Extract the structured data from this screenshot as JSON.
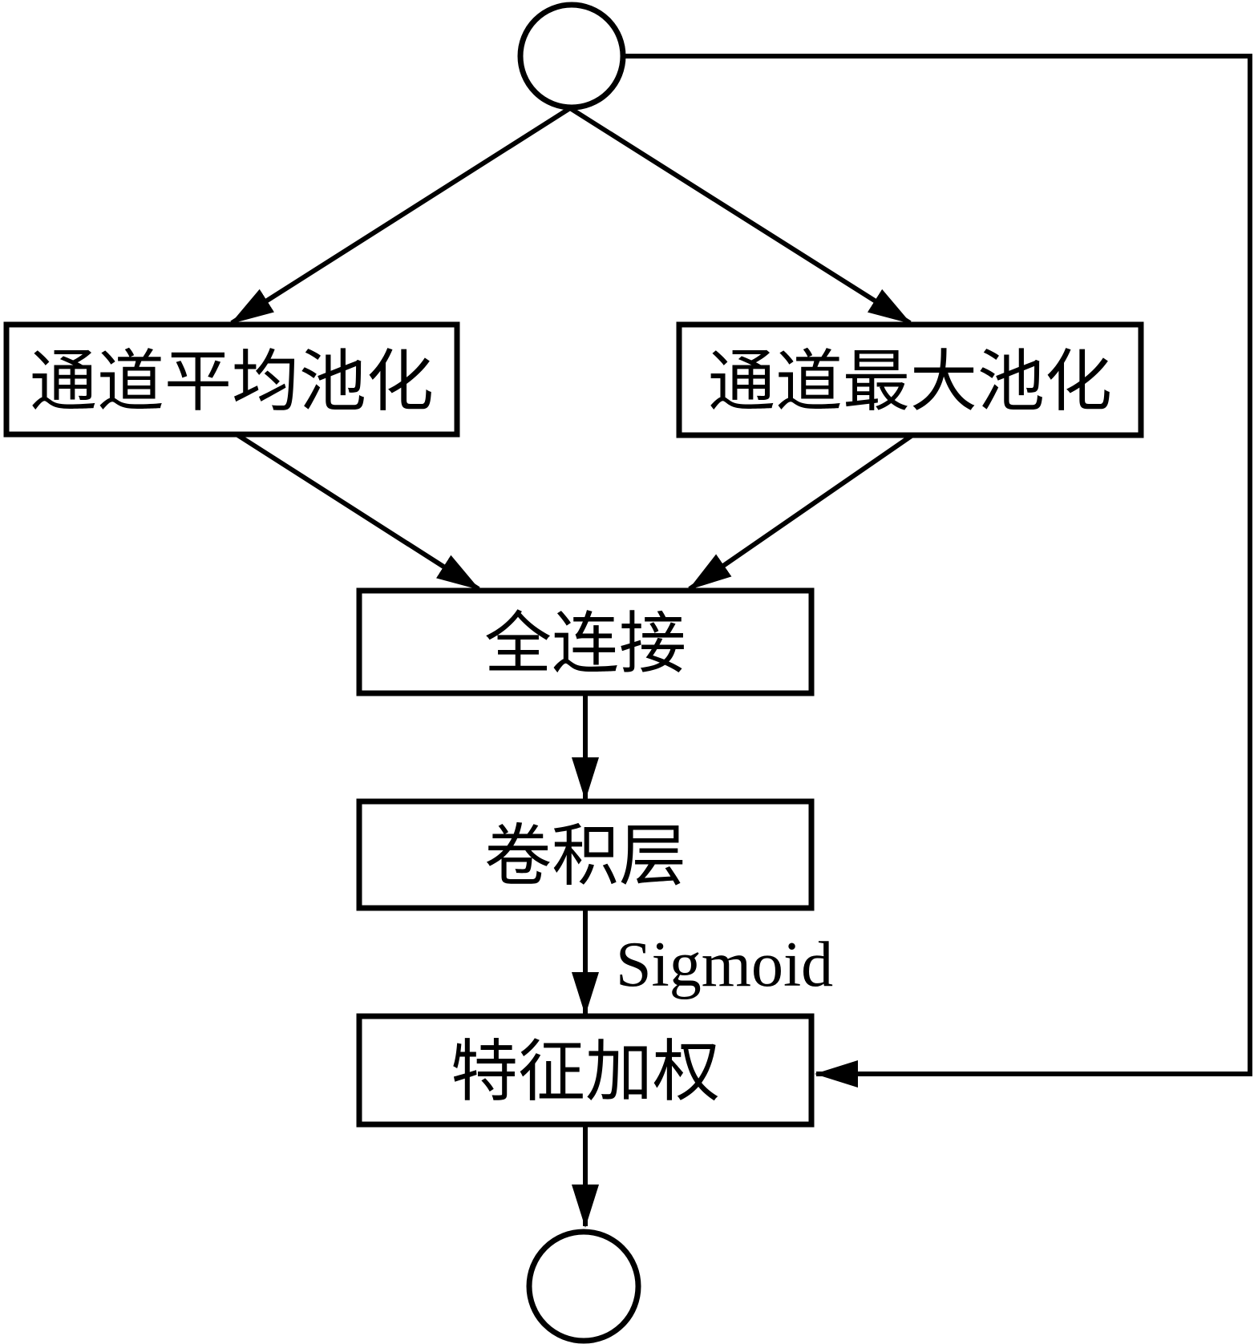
{
  "flowchart": {
    "type": "flowchart",
    "colors": {
      "stroke": "#000000",
      "background": "#ffffff",
      "box_fill": "#ffffff"
    },
    "nodes": [
      {
        "id": "start-node",
        "shape": "circle",
        "label": ""
      },
      {
        "id": "channel-avg-pool",
        "shape": "rect",
        "label": "通道平均池化"
      },
      {
        "id": "channel-max-pool",
        "shape": "rect",
        "label": "通道最大池化"
      },
      {
        "id": "fully-connected",
        "shape": "rect",
        "label": "全连接"
      },
      {
        "id": "conv-layer",
        "shape": "rect",
        "label": "卷积层"
      },
      {
        "id": "feature-weighting",
        "shape": "rect",
        "label": "特征加权"
      },
      {
        "id": "end-node",
        "shape": "circle",
        "label": ""
      }
    ],
    "edges": [
      {
        "from": "start-node",
        "to": "channel-avg-pool",
        "label": ""
      },
      {
        "from": "start-node",
        "to": "channel-max-pool",
        "label": ""
      },
      {
        "from": "channel-avg-pool",
        "to": "fully-connected",
        "label": ""
      },
      {
        "from": "channel-max-pool",
        "to": "fully-connected",
        "label": ""
      },
      {
        "from": "fully-connected",
        "to": "conv-layer",
        "label": ""
      },
      {
        "from": "conv-layer",
        "to": "feature-weighting",
        "label": "Sigmoid"
      },
      {
        "from": "start-node",
        "to": "feature-weighting",
        "label": ""
      },
      {
        "from": "feature-weighting",
        "to": "end-node",
        "label": ""
      }
    ]
  }
}
